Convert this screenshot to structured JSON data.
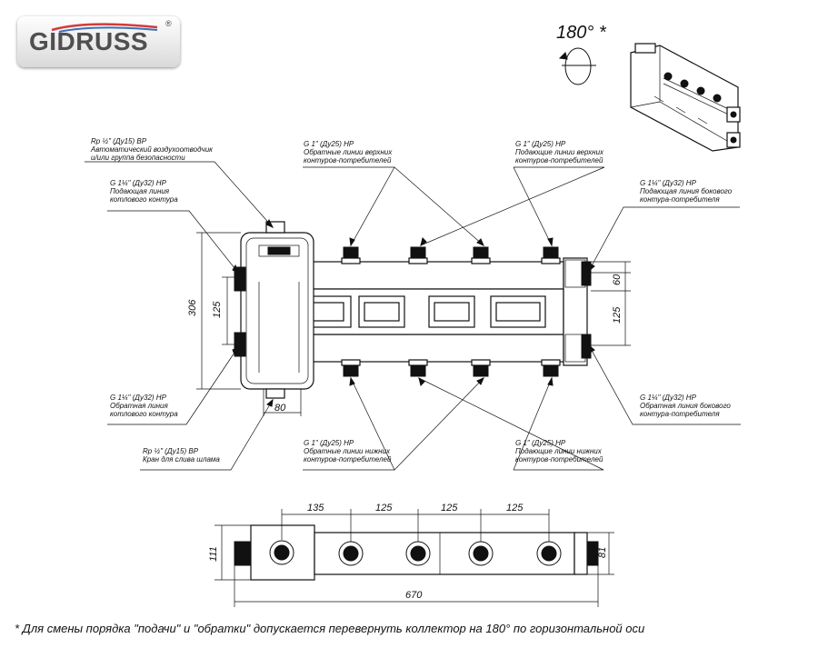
{
  "logo": {
    "text": "GIDRUSS",
    "reg": "®"
  },
  "rotation": {
    "text": "180° *"
  },
  "labels": {
    "air_vent": [
      "Rp ½\" (Ду15) ВР",
      "Автоматический воздухоотводчик",
      "и/или группа безопасности"
    ],
    "boiler_supply": [
      "G 1¼\" (Ду32) НР",
      "Подающая линия",
      "котлового контура"
    ],
    "upper_return": [
      "G 1\" (Ду25) НР",
      "Обратные линии верхних",
      "контуров-потребителей"
    ],
    "upper_supply": [
      "G 1\" (Ду25) НР",
      "Подающие линии верхних",
      "контуров-потребителей"
    ],
    "side_supply": [
      "G 1¼\" (Ду32) НР",
      "Подающая линия бокового",
      "контура-потребителя"
    ],
    "boiler_return": [
      "G 1¼\" (Ду32) НР",
      "Обратная линия",
      "котлового контура"
    ],
    "side_return": [
      "G 1¼\" (Ду32) НР",
      "Обратная линия бокового",
      "контура-потребителя"
    ],
    "drain": [
      "Rp ½\" (Ду15) ВР",
      "Кран для слива шлама"
    ],
    "lower_return": [
      "G 1\" (Ду25) НР",
      "Обратные линии нижних",
      "контуров-потребителей"
    ],
    "lower_supply": [
      "G 1\" (Ду25) НР",
      "Подающие линии нижних",
      "контуров-потребителей"
    ]
  },
  "dimensions": {
    "height_total": "306",
    "spacing_left": "125",
    "width_sep": "80",
    "top_offset_right": "60",
    "spacing_right": "125",
    "pitch_1": "135",
    "pitch_2": "125",
    "pitch_3": "125",
    "pitch_4": "125",
    "depth_left": "111",
    "depth_right": "81",
    "length_total": "670"
  },
  "footnote": "* Для смены порядка \"подачи\" и \"обратки\" допускается перевернуть коллектор на 180° по горизонтальной оси"
}
